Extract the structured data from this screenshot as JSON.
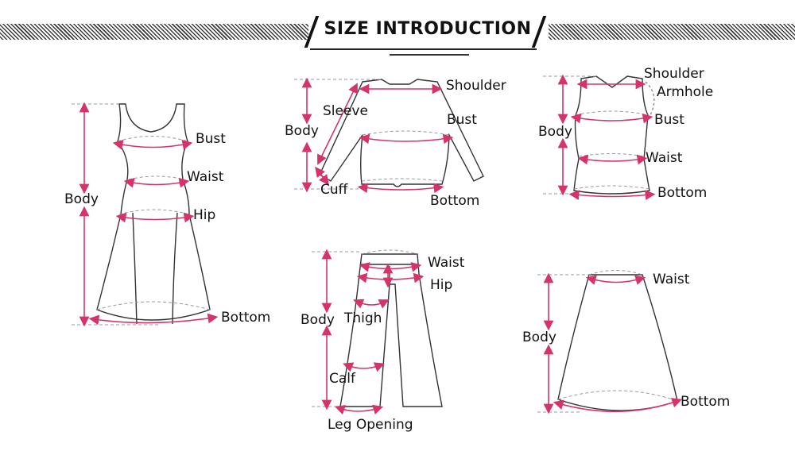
{
  "header": {
    "title": "SIZE INTRODUCTION"
  },
  "accent_color": "#d6336c",
  "garments": {
    "dress": {
      "labels": {
        "bust": "Bust",
        "waist": "Waist",
        "hip": "Hip",
        "body": "Body",
        "bottom": "Bottom"
      }
    },
    "top": {
      "labels": {
        "shoulder": "Shoulder",
        "sleeve": "Sleeve",
        "bust": "Bust",
        "body": "Body",
        "cuff": "Cuff",
        "bottom": "Bottom"
      }
    },
    "tank": {
      "labels": {
        "shoulder": "Shoulder",
        "armhole": "Armhole",
        "bust": "Bust",
        "body": "Body",
        "waist": "Waist",
        "bottom": "Bottom"
      }
    },
    "pants": {
      "labels": {
        "waist": "Waist",
        "hip": "Hip",
        "body": "Body",
        "thigh": "Thigh",
        "calf": "Calf",
        "leg_opening": "Leg Opening"
      }
    },
    "skirt": {
      "labels": {
        "waist": "Waist",
        "body": "Body",
        "bottom": "Bottom"
      }
    }
  }
}
